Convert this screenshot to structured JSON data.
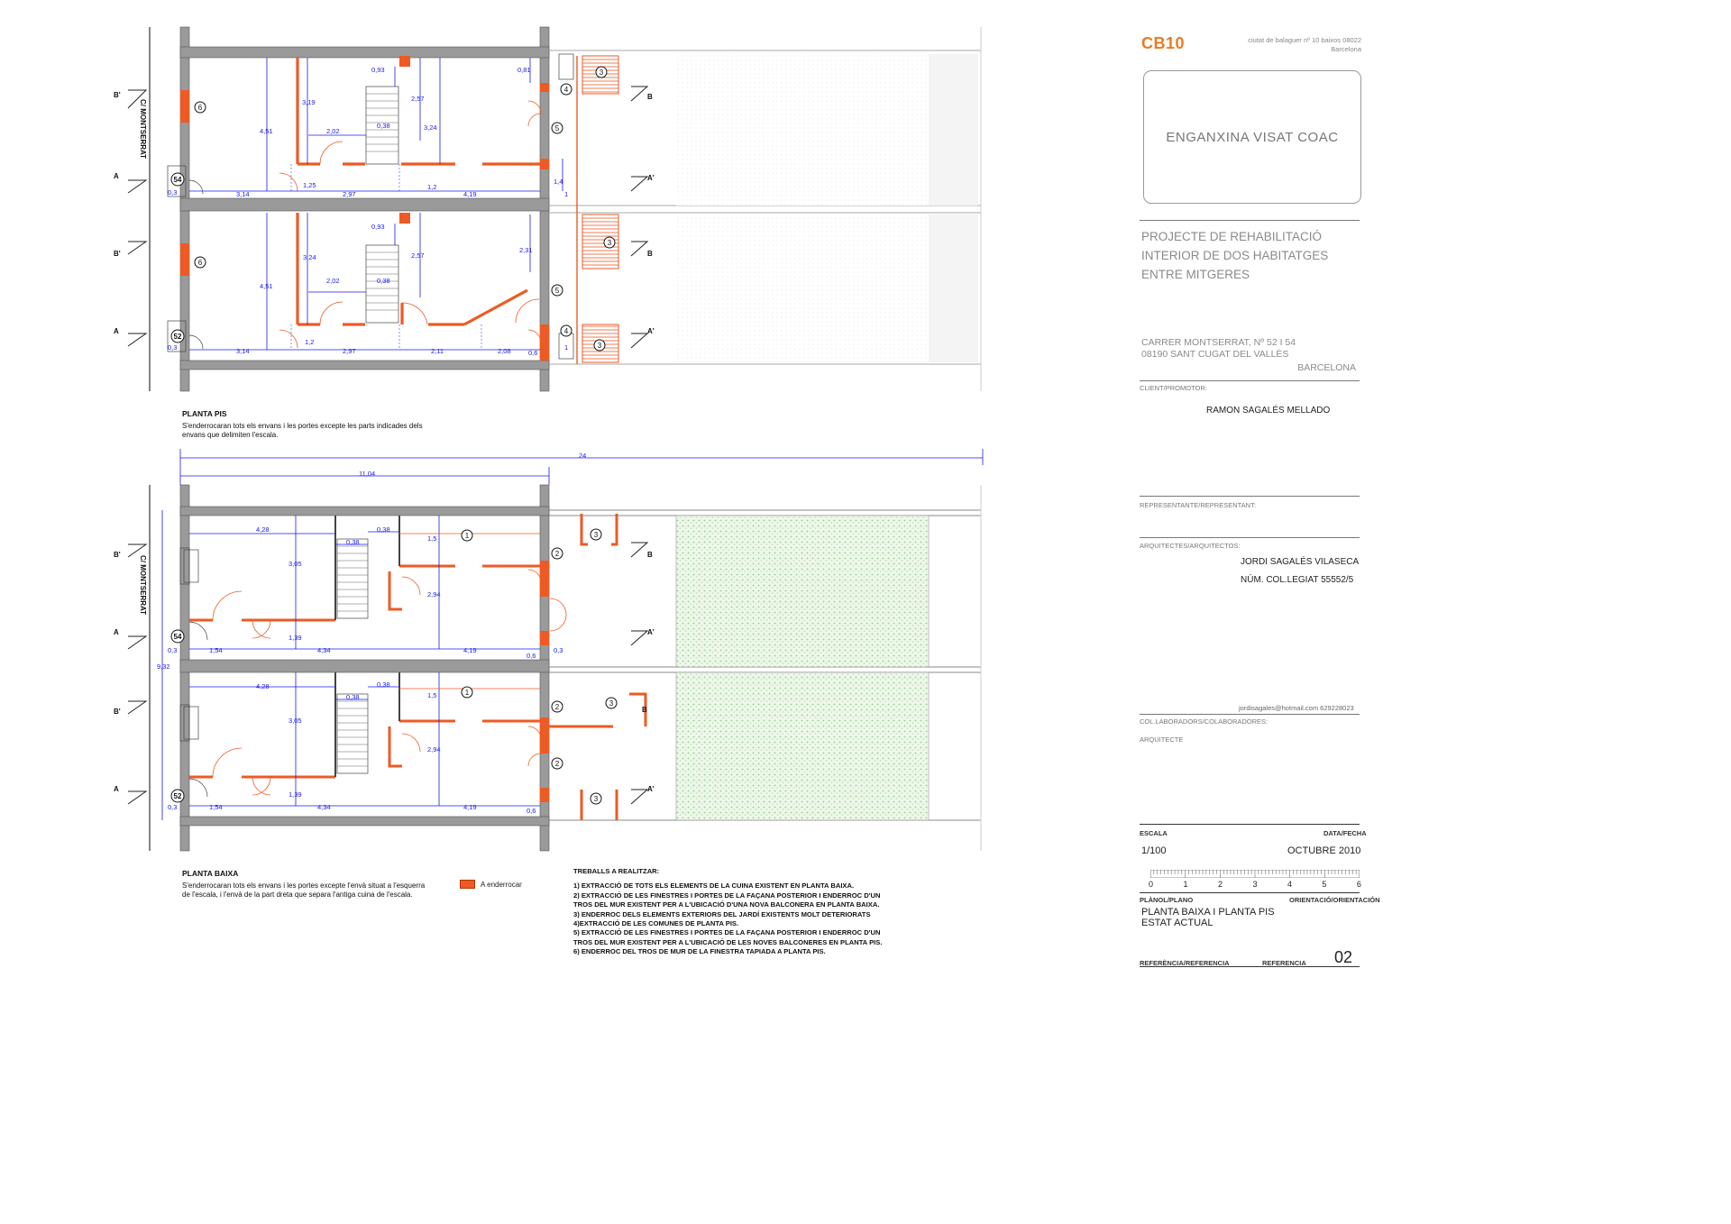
{
  "drawing": {
    "street_label": "C/ MONTSERRAT",
    "section_marks": {
      "a": "A",
      "a_prime": "A'",
      "b": "B",
      "b_prime": "B'"
    },
    "house_numbers": [
      "54",
      "52"
    ],
    "callouts": [
      "1",
      "2",
      "3",
      "4",
      "5",
      "6"
    ],
    "upper_dims": [
      "0,93",
      "0,81",
      "3,19",
      "2,57",
      "3,24",
      "4,51",
      "2,02",
      "0,38",
      "1,25",
      "1,2",
      "0,3",
      "3,14",
      "2,97",
      "4,19",
      "1,4",
      "1",
      "0,93",
      "3,24",
      "2,57",
      "2,31",
      "4,51",
      "2,02",
      "0,38",
      "1,2",
      "0,3",
      "3,14",
      "2,97",
      "2,11",
      "2,08",
      "0,6",
      "1"
    ],
    "lower_dims": [
      "24",
      "11,04",
      "4,28",
      "0,38",
      "0,38",
      "1,5",
      "3,05",
      "2,94",
      "1,39",
      "0,3",
      "1,54",
      "4,34",
      "4,19",
      "0,6",
      "0,3",
      "9,32",
      "4,28",
      "0,38",
      "0,38",
      "1,5",
      "3,05",
      "2,94",
      "1,39",
      "0,3",
      "1,54",
      "4,34",
      "4,19",
      "0,6"
    ]
  },
  "notes": {
    "upper_title": "PLANTA PIS",
    "upper_text_1": "S'enderrocaran tots els envans i les portes excepte les parts indicades dels",
    "upper_text_2": "envans que delimiten l'escala.",
    "lower_title": "PLANTA BAIXA",
    "lower_text_1": "S'enderrocaran tots els envans i les portes excepte l'envà situat a l'esquerra",
    "lower_text_2": "de l'escala, i l'envà de la part dreta que separa l'antiga cuina de l'escala.",
    "legend_label": "A enderrocar",
    "legend_color": "#ee5a24"
  },
  "works": {
    "title": "TREBALLS A REALITZAR:",
    "items": [
      "1) EXTRACCIÓ DE TOTS ELS ELEMENTS DE LA CUINA EXISTENT EN PLANTA BAIXA.",
      "2) EXTRACCIÓ DE LES FINESTRES I PORTES DE LA FAÇANA POSTERIOR I ENDERROC D'UN",
      "TROS DEL MUR EXISTENT PER A L'UBICACIÓ D'UNA NOVA BALCONERA EN PLANTA BAIXA.",
      "3) ENDERROC DELS ELEMENTS EXTERIORS DEL JARDÍ EXISTENTS MOLT DETERIORATS",
      "4)EXTRACCIÓ DE LES COMUNES DE PLANTA PIS.",
      "5) EXTRACCIÓ DE LES FINESTRES I PORTES DE LA FAÇANA POSTERIOR I ENDERROC D'UN",
      "TROS DEL MUR EXISTENT PER A L'UBICACIÓ DE LES NOVES BALCONERES EN PLANTA PIS.",
      "6) ENDERROC DEL TROS DE MUR DE LA FINESTRA TAPIADA A PLANTA PIS."
    ]
  },
  "titleblock": {
    "logo": "CB10",
    "address_1": "ciutat de balaguer nº 10 baixos 08022",
    "address_2": "Barcelona",
    "stamp": "ENGANXINA VISAT COAC",
    "project_1": "PROJECTE DE REHABILITACIÓ",
    "project_2": "INTERIOR DE DOS HABITATGES",
    "project_3": "ENTRE MITGERES",
    "site_1": "CARRER MONTSERRAT, Nº 52 I 54",
    "site_2": "08190 SANT CUGAT DEL VALLÈS",
    "site_3": "BARCELONA",
    "client_label": "CLIENT/PROMOTOR:",
    "client": "RAMON SAGALÉS MELLADO",
    "rep_label": "REPRESENTANTE/REPRESENTANT:",
    "arch_label": "ARQUITECTES/ARQUITECTOS:",
    "architect": "JORDI SAGALÉS VILASECA",
    "college": "NÚM. COL.LEGIAT 55552/5",
    "contact": "jordisagales@hotmail.com 629228023",
    "collab_label": "COL.LABORADORS/COLABORADORES:",
    "collab_role": "ARQUITECTE",
    "scale_label": "ESCALA",
    "date_label": "DATA/FECHA",
    "scale": "1/100",
    "date": "OCTUBRE 2010",
    "ruler": [
      "0",
      "1",
      "2",
      "3",
      "4",
      "5",
      "6"
    ],
    "plan_label": "PLÀNOL/PLANO",
    "orient_label": "ORIENTACIÓ/ORIENTACIÓN",
    "plan_1": "PLANTA BAIXA I PLANTA PIS",
    "plan_2": "ESTAT ACTUAL",
    "ref_label_1": "REFERÈNCIA/REFERENCIA",
    "ref_label_2": "REFERENCIA",
    "ref": "02"
  },
  "colors": {
    "demolish": "#ee5a24",
    "wall": "#9a9a9a",
    "dimension": "#1a1aee",
    "garden": "#a9d8a0",
    "brand": "#ee7a20"
  }
}
